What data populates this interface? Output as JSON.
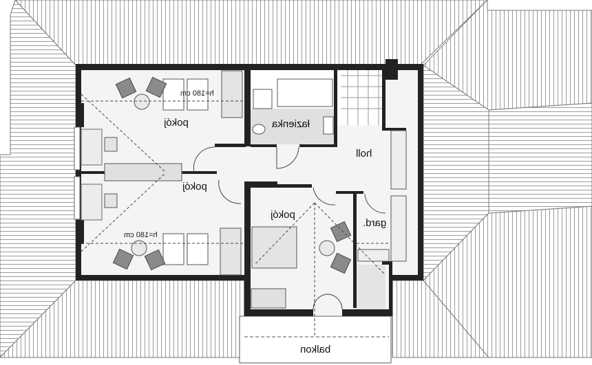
{
  "colors": {
    "wall": "#222222",
    "floor": "#f4f4f4",
    "bath": "#e0e0e0",
    "furniture": "#8a8a8a",
    "roof_line": "#9a9a9a"
  },
  "rooms": {
    "room_top_left": "pokój",
    "height_top": "h=180 cm",
    "bathroom": "łazienka",
    "hall": "holl",
    "room_left_middle": "pokój",
    "room_center": "pokój",
    "wardrobe": "gard.",
    "height_bottom": "h=180 cm",
    "balcony": "balkon"
  }
}
